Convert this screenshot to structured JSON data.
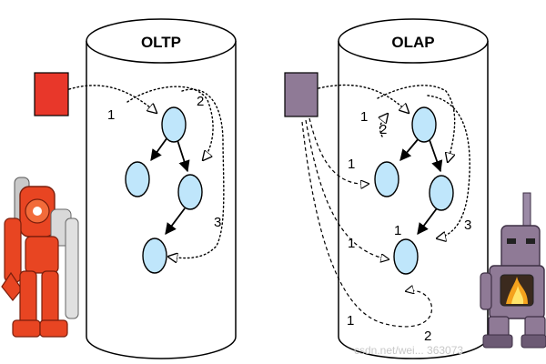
{
  "oltp": {
    "title": "OLTP",
    "labels": {
      "step1": "1",
      "step2": "2",
      "step3": "3"
    },
    "source_color": "#e8372a"
  },
  "olap": {
    "title": "OLAP",
    "labels": {
      "a": "1",
      "b": "2",
      "c": "1",
      "d": "1",
      "e": "3",
      "f": "1",
      "g": "1",
      "h": "2"
    },
    "source_color": "#8f7a96"
  },
  "node_color": "#bfe6fb",
  "watermark": "csdn.net/wei... 363073"
}
